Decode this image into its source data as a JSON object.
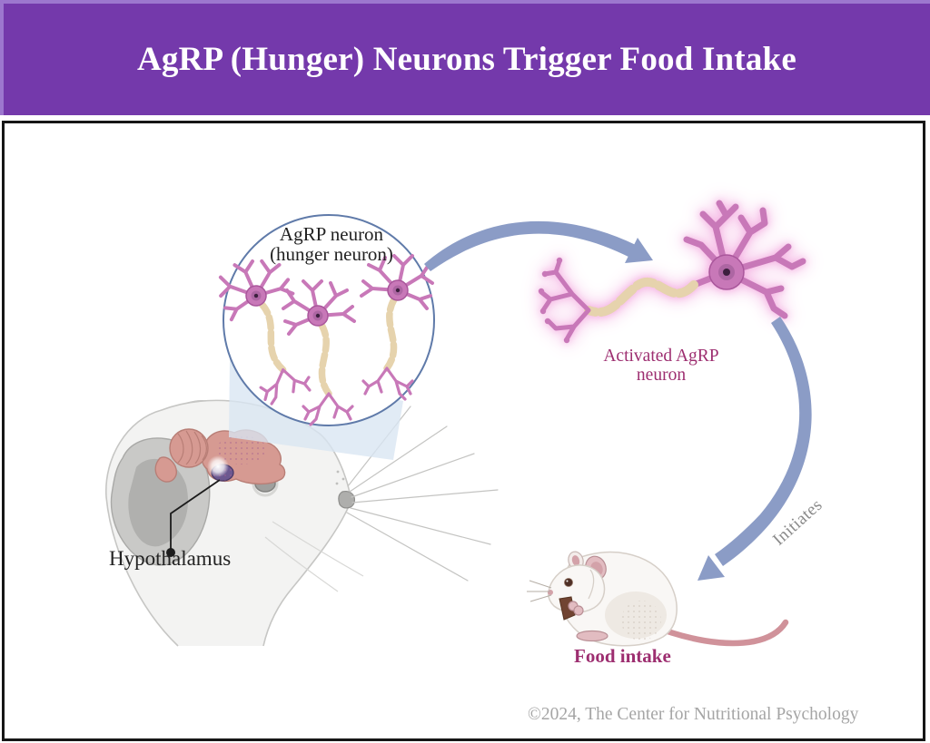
{
  "header": {
    "title": "AgRP (Hunger) Neurons Trigger Food Intake"
  },
  "inset": {
    "title_line1": "AgRP neuron",
    "title_line2": "(hunger neuron)"
  },
  "activated_neuron": {
    "label_line1": "Activated AgRP",
    "label_line2": "neuron"
  },
  "brain": {
    "label": "Hypothalamus"
  },
  "arrow": {
    "label": "Initiates"
  },
  "outcome": {
    "label": "Food intake"
  },
  "footer": {
    "copyright": "©2024, The Center for Nutritional Psychology"
  },
  "colors": {
    "banner_purple": "#7439ab",
    "banner_highlight": "#9c77ce",
    "panel_border": "#161616",
    "title_white": "#ffffff",
    "circle_stroke": "#5f7aa9",
    "arrow_blue": "#8b9cc6",
    "neuron_pink": "#c878b8",
    "neuron_outline": "#a9569b",
    "neuron_core": "#9b5a94",
    "myelin_tan": "#e6d3ad",
    "axon_pink": "#c791b8",
    "glow_pink": "#f4b2e2",
    "label_magenta": "#9d2e70",
    "text_dark": "#222222",
    "text_gray": "#8a8a8a",
    "copyright_gray": "#a5a5a5",
    "brain_pink": "#d69a92",
    "brain_outline": "#b87e76",
    "hypothalamus_purple": "#6c5890",
    "cone_blue": "#d9e6f2",
    "mouse_gray_fill": "#f3f3f2",
    "mouse_gray_line": "#c6c6c4",
    "ear_gray": "#c9c9c7",
    "white_mouse_fill": "#f9f7f5",
    "white_mouse_line": "#d6cfc8",
    "pink_ear": "#e2bcc1",
    "tail_pink": "#d0929a",
    "food_brown": "#714432"
  }
}
